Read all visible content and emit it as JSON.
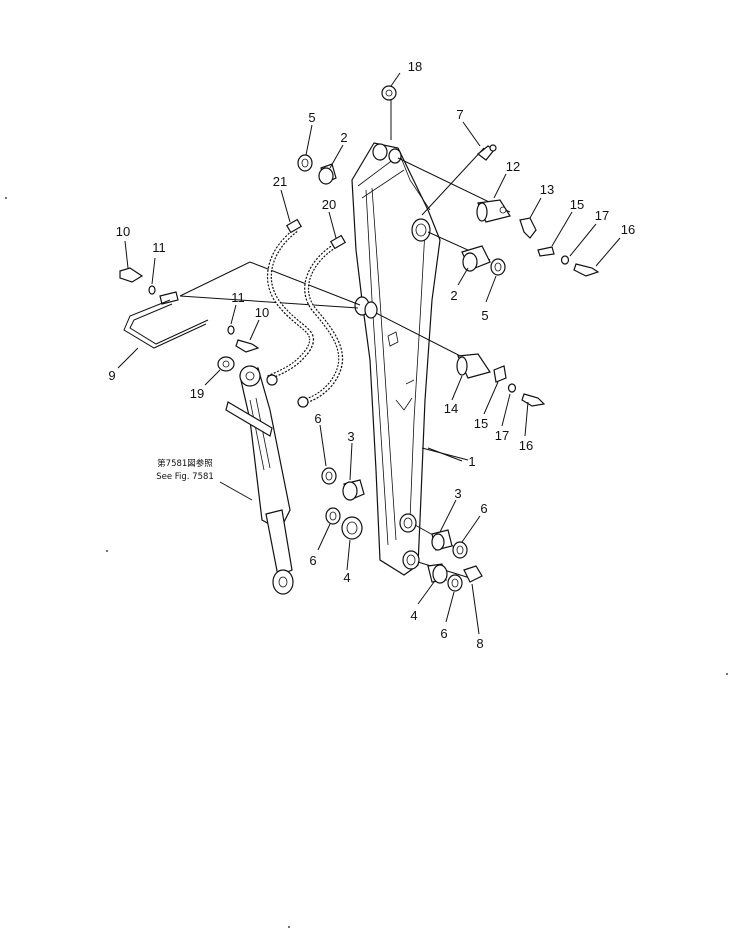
{
  "callouts": {
    "c18": "18",
    "c7": "7",
    "c5a": "5",
    "c2a": "2",
    "c12": "12",
    "c13": "13",
    "c15a": "15",
    "c17a": "17",
    "c16a": "16",
    "c21": "21",
    "c20": "20",
    "c10a": "10",
    "c11a": "11",
    "c11b": "11",
    "c10b": "10",
    "c2b": "2",
    "c5b": "5",
    "c9": "9",
    "c19": "19",
    "c14": "14",
    "c15b": "15",
    "c17b": "17",
    "c16b": "16",
    "c6a": "6",
    "c3a": "3",
    "c1": "1",
    "c3b": "3",
    "c6b": "6",
    "c6c": "6",
    "c4a": "4",
    "c4b": "4",
    "c6d": "6",
    "c8": "8"
  },
  "reference": {
    "line1": "第7581図参照",
    "line2": "See Fig. 7581"
  }
}
